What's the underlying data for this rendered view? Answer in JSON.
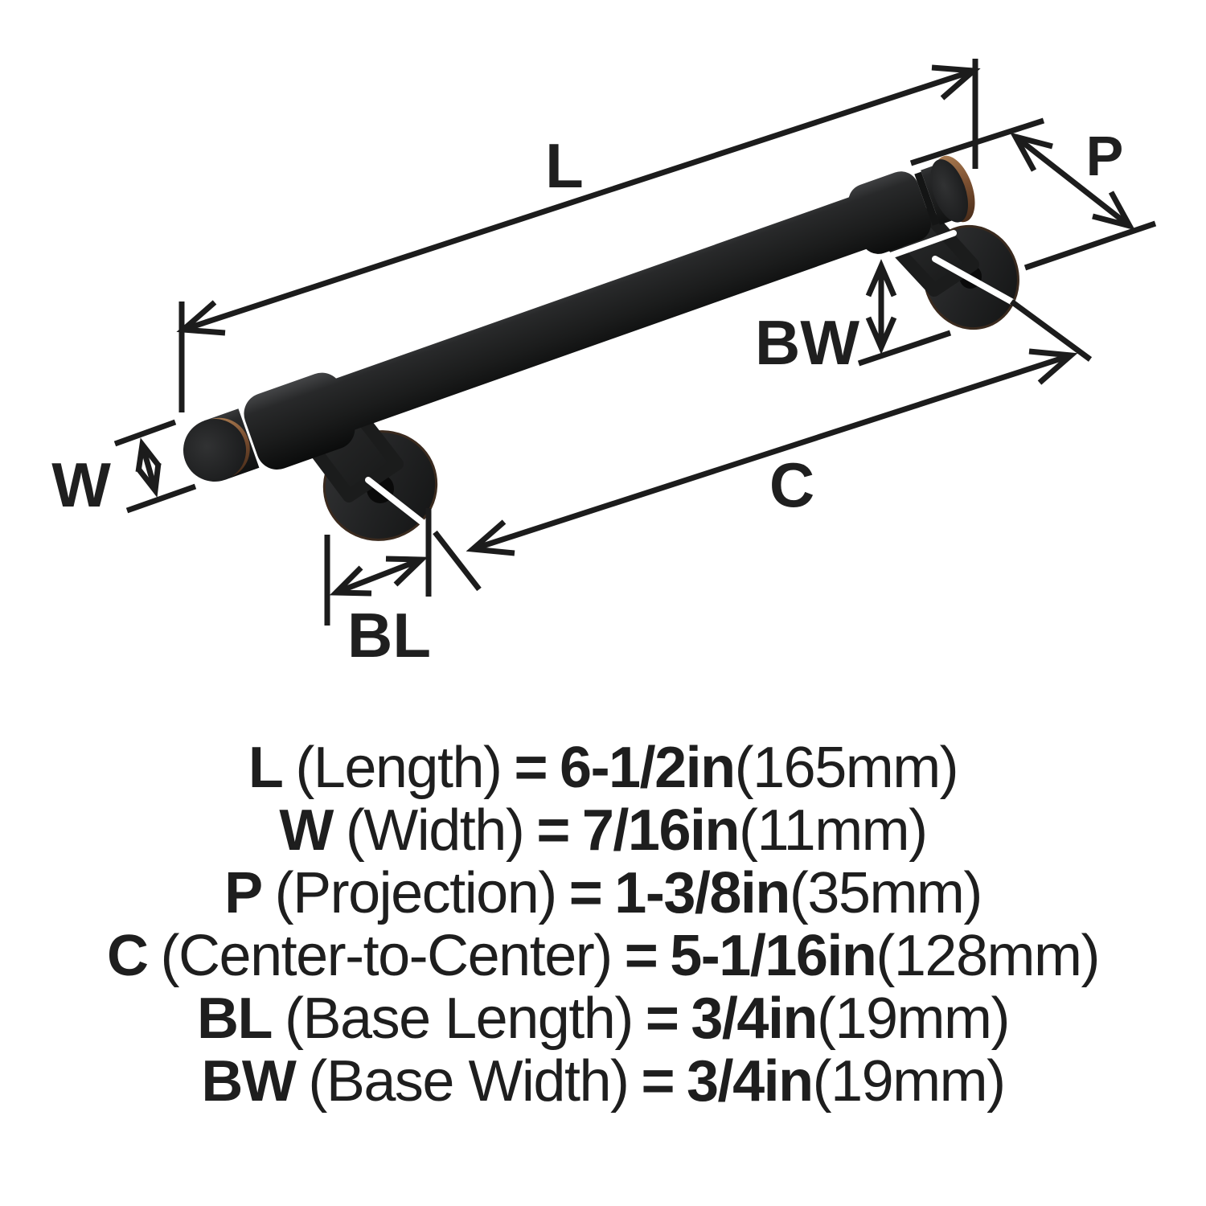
{
  "diagram": {
    "labels": {
      "length": "L",
      "width": "W",
      "projection": "P",
      "center_to_center": "C",
      "base_length": "BL",
      "base_width": "BW"
    },
    "colors": {
      "handle_dark": "#1f2021",
      "copper_accent": "#7d5132",
      "dimension_line": "#1c1c1c",
      "background": "#ffffff"
    }
  },
  "equals": "=",
  "specs": [
    {
      "label": "L",
      "name": "(Length)",
      "value": "6-1/2in",
      "metric": "(165mm)"
    },
    {
      "label": "W",
      "name": "(Width)",
      "value": "7/16in",
      "metric": "(11mm)"
    },
    {
      "label": "P",
      "name": "(Projection)",
      "value": "1-3/8in",
      "metric": "(35mm)"
    },
    {
      "label": "C",
      "name": "(Center-to-Center)",
      "value": "5-1/16in",
      "metric": "(128mm)"
    },
    {
      "label": "BL",
      "name": "(Base Length)",
      "value": "3/4in",
      "metric": "(19mm)"
    },
    {
      "label": "BW",
      "name": "(Base Width)",
      "value": "3/4in",
      "metric": "(19mm)"
    }
  ]
}
